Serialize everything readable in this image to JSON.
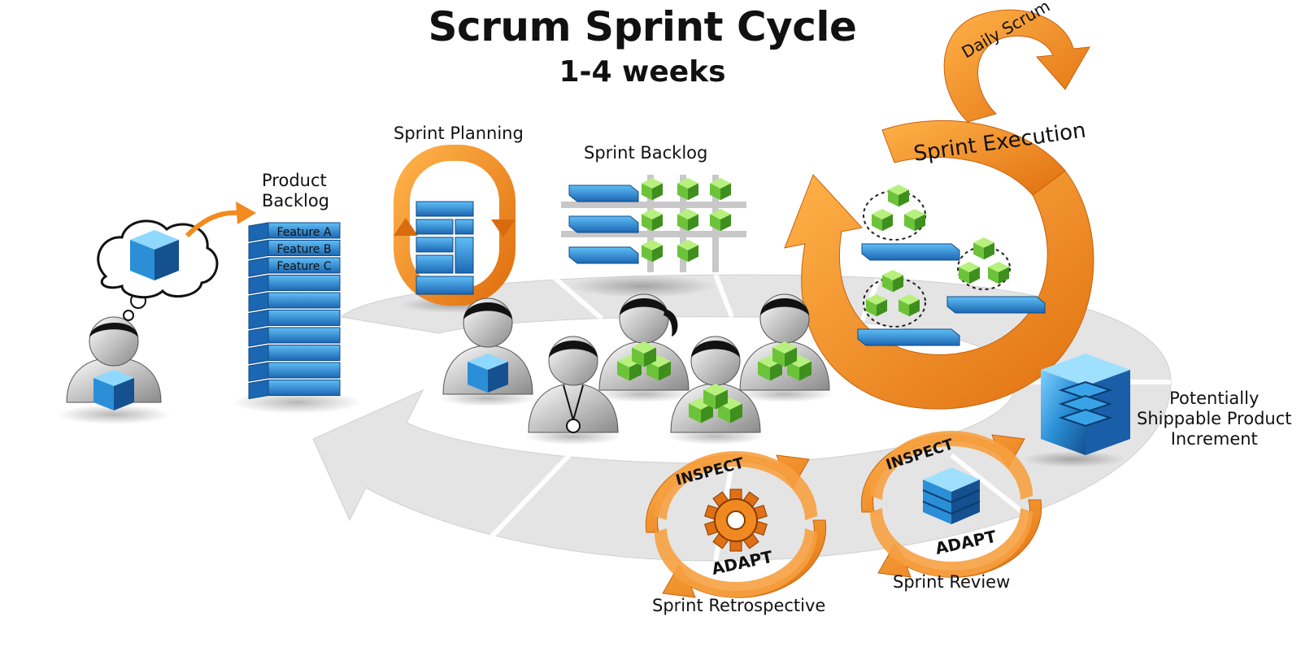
{
  "title": "Scrum Sprint Cycle",
  "subtitle": "1-4 weeks",
  "labels": {
    "product_backlog_line1": "Product",
    "product_backlog_line2": "Backlog",
    "sprint_planning": "Sprint Planning",
    "sprint_backlog": "Sprint Backlog",
    "daily_scrum": "Daily Scrum",
    "sprint_execution": "Sprint Execution",
    "increment_line1": "Potentially",
    "increment_line2": "Shippable Product",
    "increment_line3": "Increment",
    "sprint_review": "Sprint Review",
    "sprint_retrospective": "Sprint Retrospective"
  },
  "features": [
    "Feature A",
    "Feature B",
    "Feature C"
  ],
  "inspect_adapt": {
    "inspect": "INSPECT",
    "adapt": "ADAPT"
  },
  "colors": {
    "orange": "#f28a1e",
    "orange_dark": "#d86a10",
    "blue": "#2a8fd6",
    "blue_dark": "#1a5ea8",
    "green": "#6cc33a",
    "green_dark": "#3f8f1e",
    "track": "#e6e6e6"
  }
}
